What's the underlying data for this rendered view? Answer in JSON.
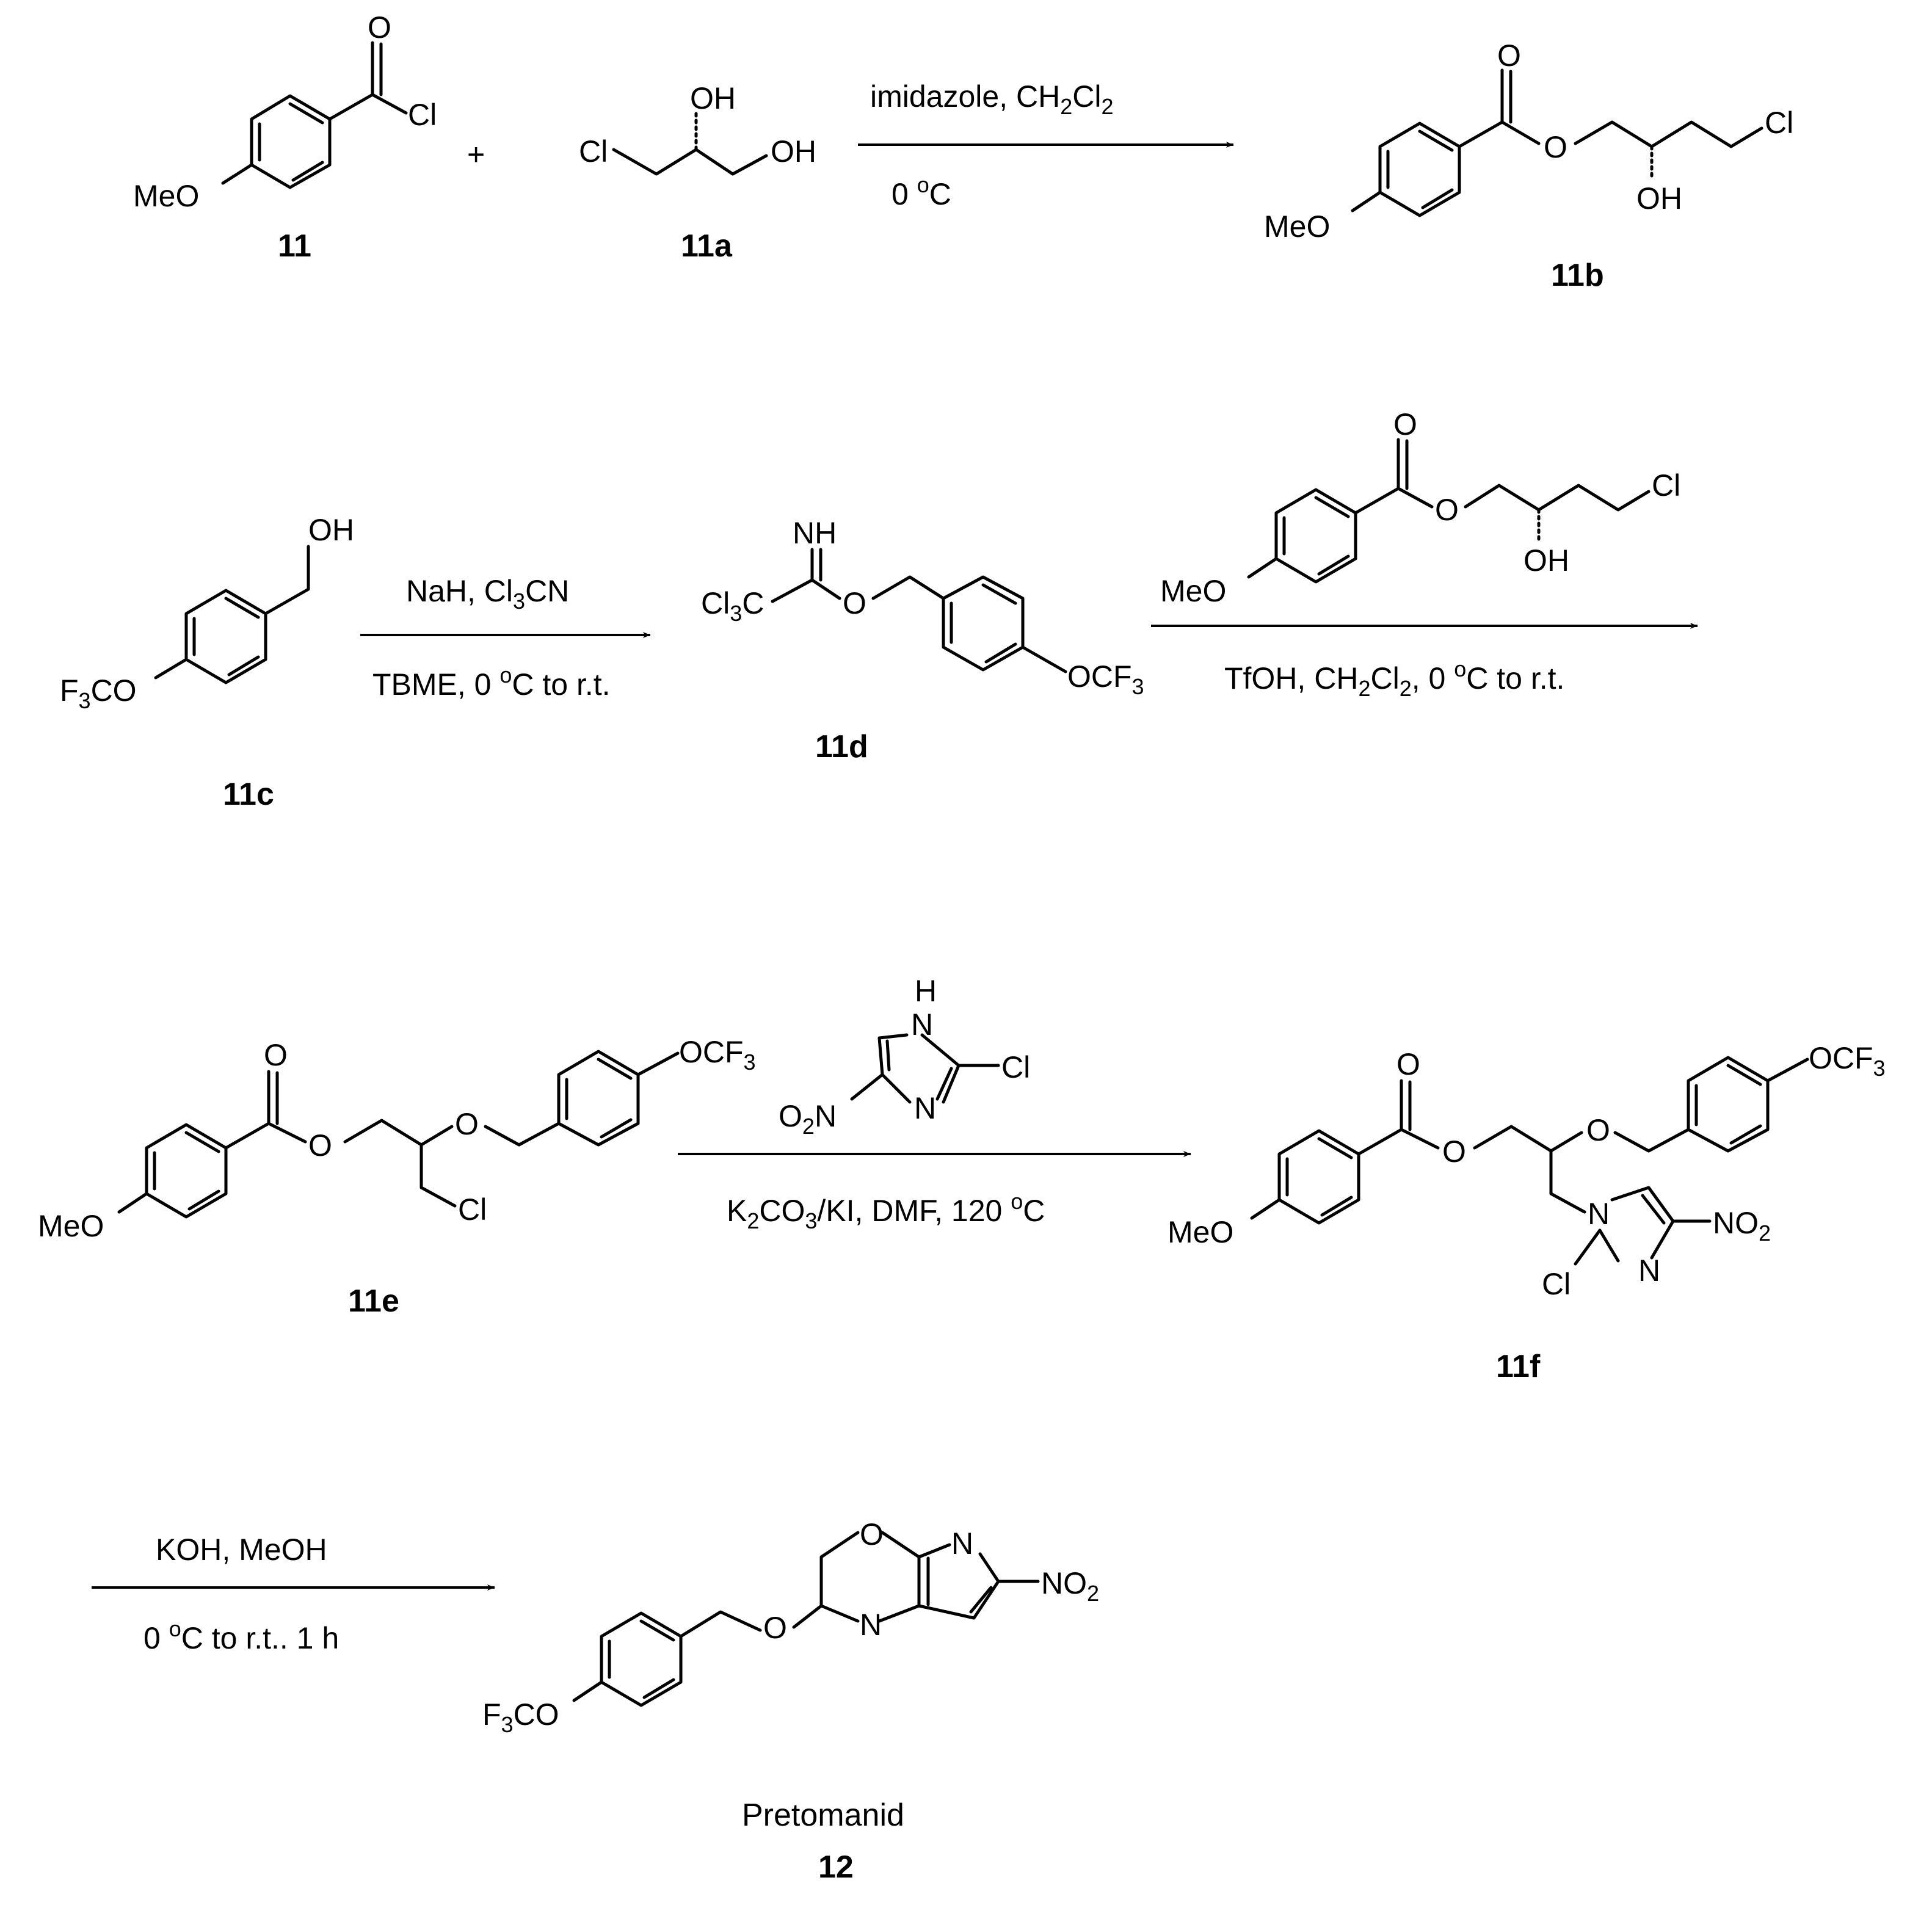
{
  "compounds": {
    "c11": {
      "label": "11",
      "subst": "MeO",
      "acyl_cl": "Cl",
      "carbonyl_o": "O"
    },
    "c11a": {
      "label": "11a",
      "cl": "Cl",
      "oh_top": "OH",
      "oh_end": "OH"
    },
    "c11b": {
      "label": "11b",
      "subst": "MeO",
      "carbonyl_o": "O",
      "ester_o": "O",
      "cl": "Cl",
      "oh": "OH"
    },
    "c11c": {
      "label": "11c",
      "subst": "F3CO",
      "oh": "OH"
    },
    "c11d": {
      "label": "11d",
      "nh": "NH",
      "ccl3": "Cl3C",
      "ether_o": "O",
      "subst": "OCF3"
    },
    "c11e": {
      "label": "11e",
      "subst": "MeO",
      "carbonyl_o": "O",
      "ester_o": "O",
      "ether_o": "O",
      "cl": "Cl",
      "subst2": "OCF3"
    },
    "c11f": {
      "label": "11f",
      "subst": "MeO",
      "carbonyl_o": "O",
      "ester_o": "O",
      "ether_o": "O",
      "subst2": "OCF3",
      "n1": "N",
      "n3": "N",
      "no2": "NO2",
      "cl": "Cl"
    },
    "c12": {
      "label": "12",
      "name": "Pretomanid",
      "subst": "F3CO",
      "ring_o": "O",
      "ether_o": "O",
      "n_ring": "N",
      "n_imid": "N",
      "no2": "NO2"
    },
    "reagent_imidazole": {
      "nh": "H",
      "n_top": "N",
      "n3": "N",
      "cl": "Cl",
      "no2": "O2N"
    },
    "reagent_11b": {
      "subst": "MeO",
      "carbonyl_o": "O",
      "ester_o": "O",
      "cl": "Cl",
      "oh": "OH"
    }
  },
  "plus": "+",
  "conditions": {
    "step1_above": "imidazole, CH2Cl2",
    "step1_below": "0 oC",
    "step2_above": "NaH, Cl3CN",
    "step2_below": "TBME, 0 oC to r.t.",
    "step3_below": "TfOH, CH2Cl2, 0 oC to r.t.",
    "step4_below": "K2CO3/KI, DMF, 120 oC",
    "step5_above": "KOH, MeOH",
    "step5_below": "0 oC to r.t.. 1 h"
  }
}
